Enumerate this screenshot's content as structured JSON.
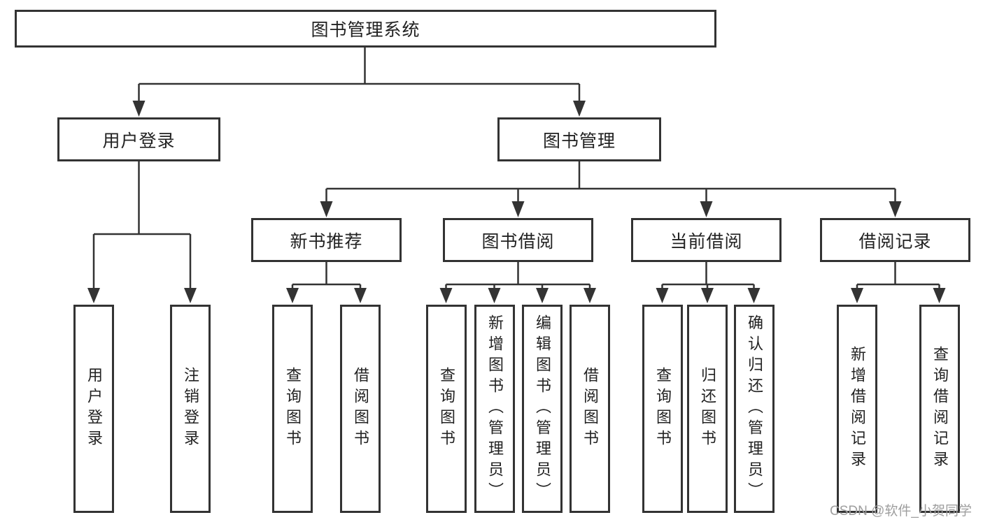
{
  "page": {
    "watermark": "CSDN @软件_小贺同学"
  },
  "colors": {
    "box_border": "#333333",
    "box_fill": "#ffffff",
    "text": "#222222",
    "connector": "#333333",
    "watermark": "#9e9e9e",
    "background": "#ffffff"
  },
  "diagram": {
    "type": "tree",
    "root": {
      "label": "图书管理系统"
    },
    "level2": [
      {
        "label": "用户登录",
        "children": [
          {
            "label": "用户登录"
          },
          {
            "label": "注销登录"
          }
        ]
      },
      {
        "label": "图书管理",
        "children": [
          {
            "label": "新书推荐",
            "children": [
              {
                "label": "查询图书"
              },
              {
                "label": "借阅图书"
              }
            ]
          },
          {
            "label": "图书借阅",
            "children": [
              {
                "label": "查询图书"
              },
              {
                "label": "新增图书（管理员）"
              },
              {
                "label": "编辑图书（管理员）"
              },
              {
                "label": "借阅图书"
              }
            ]
          },
          {
            "label": "当前借阅",
            "children": [
              {
                "label": "查询图书"
              },
              {
                "label": "归还图书"
              },
              {
                "label": "确认归还（管理员）"
              }
            ]
          },
          {
            "label": "借阅记录",
            "children": [
              {
                "label": "新增借阅记录"
              },
              {
                "label": "查询借阅记录"
              }
            ]
          }
        ]
      }
    ]
  }
}
